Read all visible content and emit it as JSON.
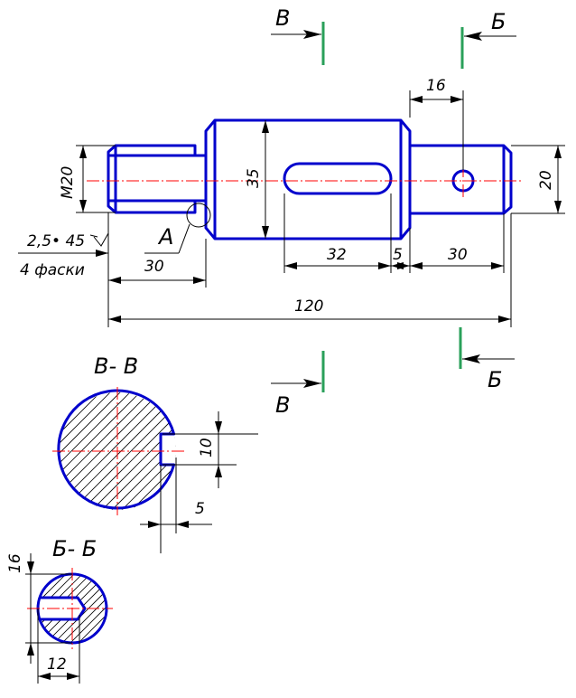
{
  "section_marks": {
    "v": "В",
    "b": "Б"
  },
  "dimensions": {
    "d_thread": "M20",
    "d_main": "35",
    "d_end": "20",
    "hole_offset": "16",
    "len_thread": "30",
    "len_key": "32",
    "len_gap": "5",
    "len_end": "30",
    "len_total": "120",
    "key_width": "10",
    "key_depth": "5",
    "flat_width": "12",
    "b_height": "16"
  },
  "chamfer": {
    "spec": "2,5• 45",
    "note": "4 фаски"
  },
  "detail_label": "А",
  "section_titles": {
    "vv": "В- В",
    "bb": "Б- Б"
  },
  "colors": {
    "part": "#0000cc",
    "axis": "#ff0000",
    "cutline": "#2aa05a"
  }
}
